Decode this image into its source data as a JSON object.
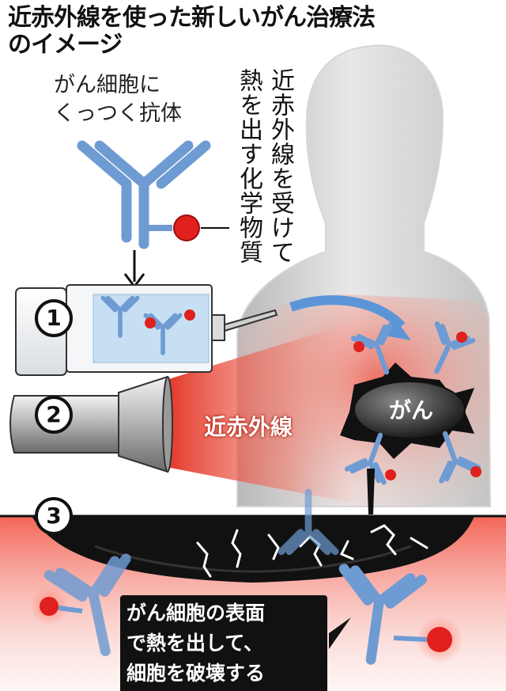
{
  "title": {
    "line1": "近赤外線を使った新しいがん治療法",
    "line2": "のイメージ"
  },
  "labels": {
    "antibody_line1": "がん細胞に",
    "antibody_line2": "くっつく抗体",
    "chemical_col1": "近赤外線を受けて",
    "chemical_col2": "熱を出す化学物質",
    "near_infrared": "近赤外線",
    "cancer": "がん"
  },
  "steps": [
    "1",
    "2",
    "3"
  ],
  "result": {
    "line1": "がん細胞の表面",
    "line2": "で熱を出して、",
    "line3": "細胞を破壊する"
  },
  "colors": {
    "antibody_blue": "#6f9bd3",
    "chemical_red": "#e0201c",
    "text_dark": "#111111"
  }
}
